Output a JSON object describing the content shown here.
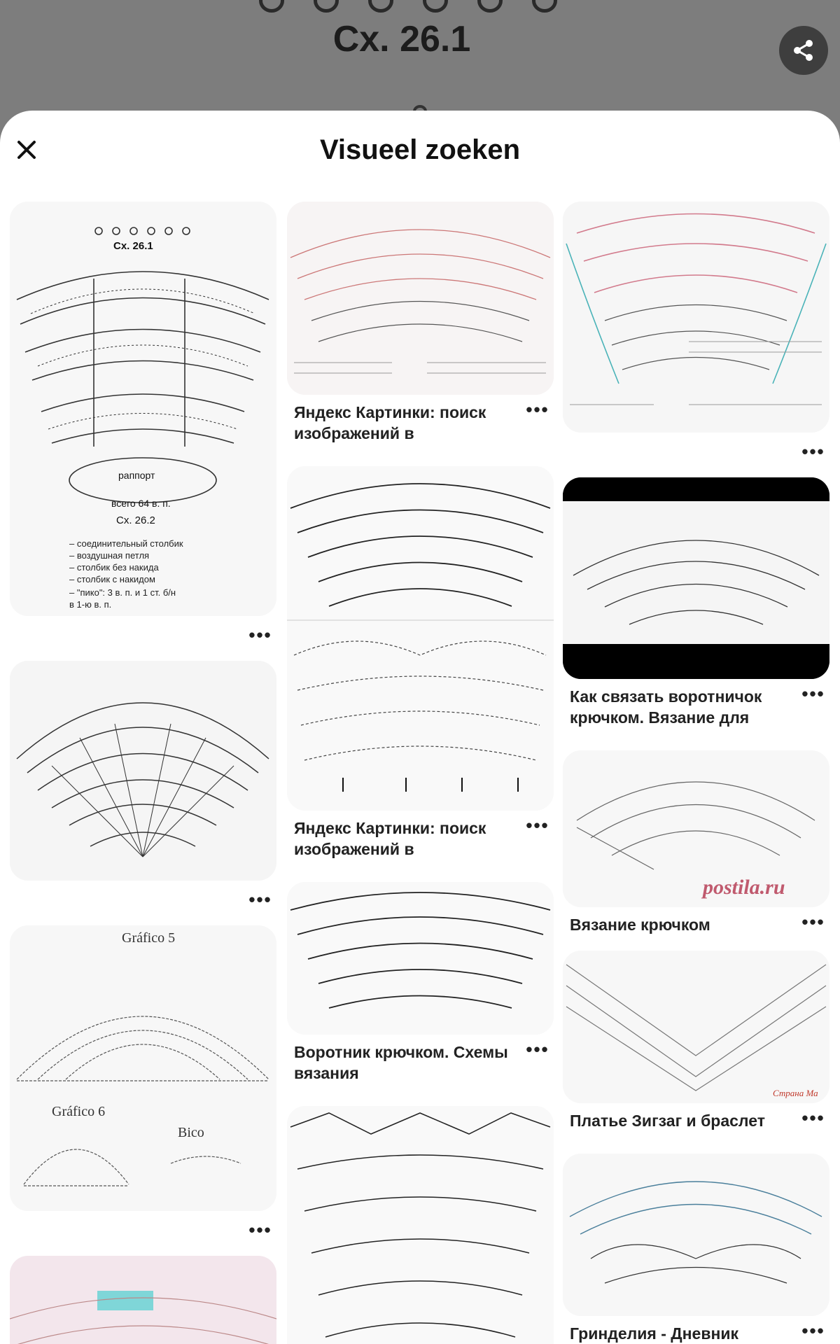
{
  "background_pin": {
    "caption": "Сх. 26.1"
  },
  "sheet": {
    "title": "Visueel zoeken"
  },
  "more_label": "•••",
  "icons": {
    "close": "close-icon",
    "share": "share-icon",
    "more": "more-icon"
  },
  "colors": {
    "accent_red": "#c0392b",
    "accent_teal": "#4ab3b8",
    "accent_pink": "#e5a1b3"
  },
  "pins": {
    "col1": [
      {
        "image": "Сх. 26.1 crochet collar chart",
        "caption": "Сх. 26.1",
        "caption2": "Сх. 26.2",
        "note": "раппорт",
        "count": "всего 64 в. п.",
        "legend": [
          "– соединительный столбик",
          "– воздушная петля",
          "– столбик без накида",
          "– столбик с накидом",
          "– \"пико\": 3 в. п. и 1 ст. б/н",
          "в 1-ю в. п."
        ]
      },
      {
        "image": "fan crochet chart"
      },
      {
        "image": "Gráfico 5 / Gráfico 6 / Bico",
        "labels": [
          "Gráfico 5",
          "Gráfico 6",
          "Bico"
        ]
      },
      {
        "image": "pink crochet chart"
      }
    ],
    "col2": [
      {
        "image": "pink collar crochet chart",
        "title": "Яндекс Картинки: поиск изображений в интернете,..."
      },
      {
        "image": "two crochet collar charts",
        "title": "Яндекс Картинки: поиск изображений в интернете,..."
      },
      {
        "image": "crochet collar chart",
        "title": "Воротник крючком. Схемы вязания"
      },
      {
        "image": "long crochet chart"
      }
    ],
    "col3": [
      {
        "image": "teal and pink collar chart"
      },
      {
        "image": "black framed collar chart",
        "title": "Как связать воротничок крючком. Вязание для нач..."
      },
      {
        "image": "postila collar chart",
        "watermark": "postila.ru",
        "title": "Вязание крючком"
      },
      {
        "image": "zigzag chart",
        "watermark": "Страна Ма",
        "title": "Платье Зигзаг и браслет"
      },
      {
        "image": "blue collar chart",
        "title": "Гринделия - Дневник"
      }
    ]
  }
}
